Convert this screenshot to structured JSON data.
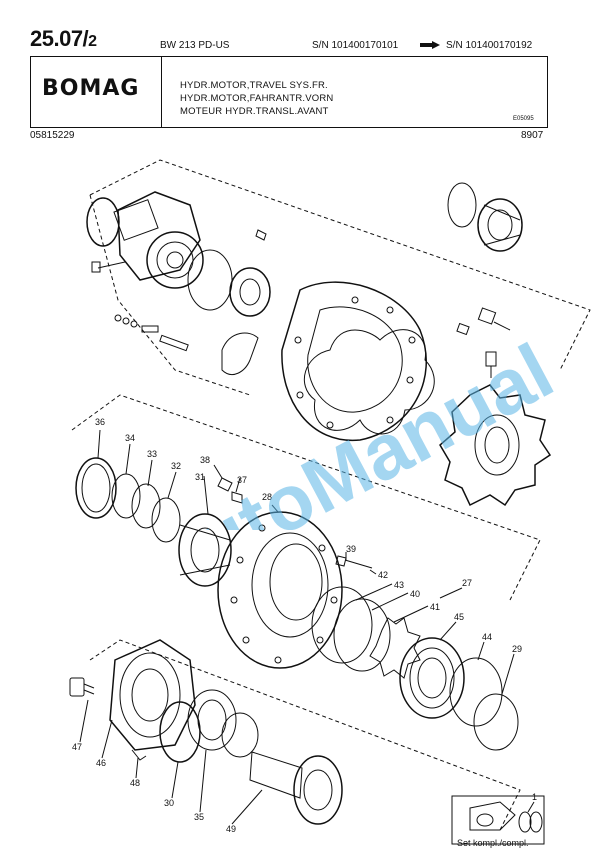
{
  "header": {
    "page_number_main": "25.07/",
    "page_number_sub": "2",
    "model": "BW 213 PD-US",
    "sn_from": "S/N 101400170101",
    "sn_to": "S/N 101400170192",
    "logo_text": "BOMAG",
    "titles": [
      "HYDR.MOTOR,TRAVEL SYS.FR.",
      "HYDR.MOTOR,FAHRANTR.VORN",
      "MOTEUR HYDR.TRANSL.AVANT"
    ],
    "drawing_code": "E05095",
    "doc_number": "05815229",
    "doc_date": "8907"
  },
  "callouts": {
    "c36": "36",
    "c34": "34",
    "c33": "33",
    "c32": "32",
    "c38": "38",
    "c31": "31",
    "c37": "37",
    "c28": "28",
    "c39": "39",
    "c42": "42",
    "c43": "43",
    "c40": "40",
    "c41": "41",
    "c45": "45",
    "c27": "27",
    "c44": "44",
    "c29": "29",
    "c47": "47",
    "c46": "46",
    "c48": "48",
    "c30": "30",
    "c35": "35",
    "c49": "49",
    "c1": "1"
  },
  "set_label": "Set kompl./compl.",
  "watermark": "AutoManual"
}
